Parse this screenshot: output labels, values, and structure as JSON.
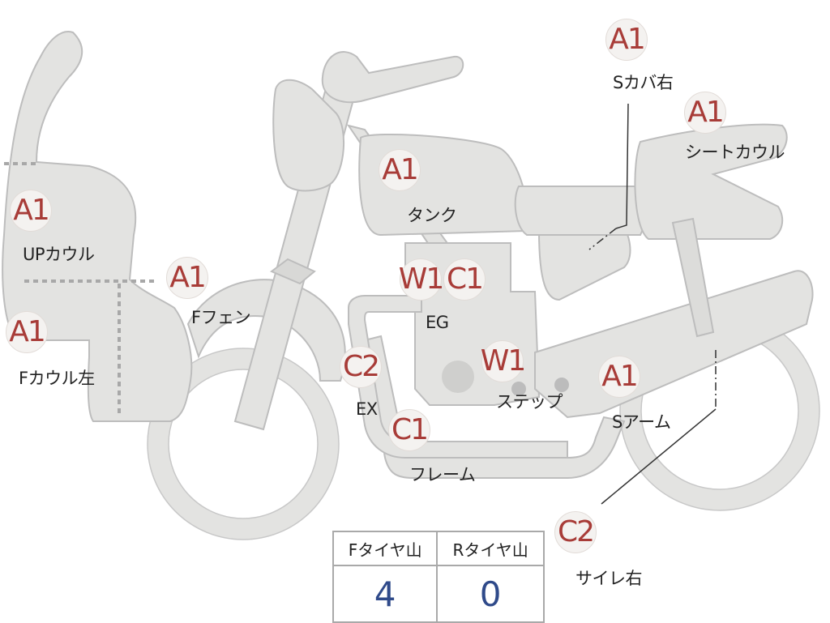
{
  "colors": {
    "part_fill": "#e3e3e1",
    "part_stroke": "#bdbdbd",
    "grade_text": "#a83c38",
    "count_text": "#2f4a8a",
    "dotted_seam": "#a8a8a8",
    "leader_line": "#333333"
  },
  "parts": [
    {
      "id": "scover-right",
      "grade": "A1",
      "label": "Sカバ右"
    },
    {
      "id": "seat-cowl",
      "grade": "A1",
      "label": "シートカウル"
    },
    {
      "id": "tank",
      "grade": "A1",
      "label": "タンク"
    },
    {
      "id": "up-cowl",
      "grade": "A1",
      "label": "UPカウル"
    },
    {
      "id": "f-fender",
      "grade": "A1",
      "label": "Fフェン"
    },
    {
      "id": "f-cowl-left",
      "grade": "A1",
      "label": "Fカウル左"
    },
    {
      "id": "engine",
      "grades": [
        "W1",
        "C1"
      ],
      "label": "EG"
    },
    {
      "id": "exhaust",
      "grade": "C2",
      "label": "EX"
    },
    {
      "id": "step",
      "grade": "W1",
      "label": "ステップ"
    },
    {
      "id": "swingarm",
      "grade": "A1",
      "label": "Sアーム"
    },
    {
      "id": "frame",
      "grade": "C1",
      "label": "フレーム"
    },
    {
      "id": "silencer-right",
      "grade": "C2",
      "label": "サイレ右"
    }
  ],
  "tyre_table": {
    "headers": [
      "Fタイヤ山",
      "Rタイヤ山"
    ],
    "values": [
      "4",
      "0"
    ]
  }
}
